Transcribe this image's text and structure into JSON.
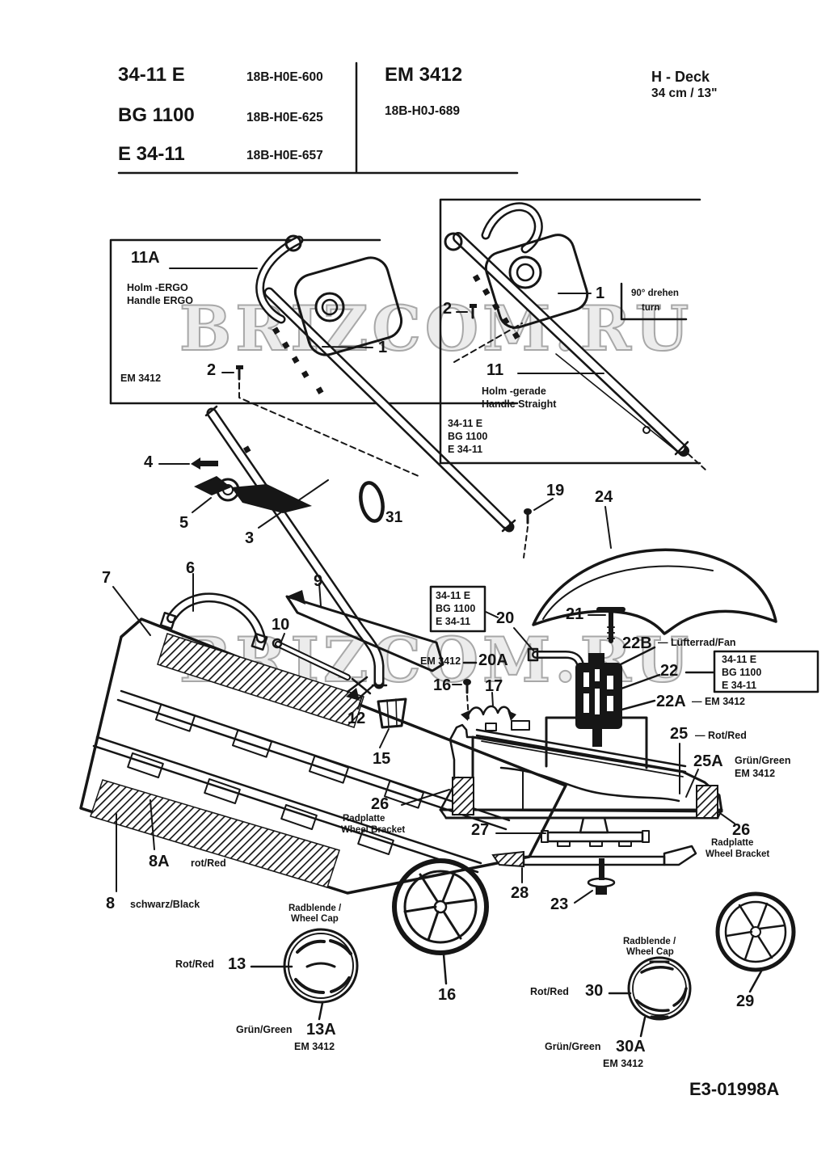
{
  "header": {
    "models": [
      {
        "name": "34-11 E",
        "code": "18B-H0E-600"
      },
      {
        "name": "BG 1100",
        "code": "18B-H0E-625"
      },
      {
        "name": "E 34-11",
        "code": "18B-H0E-657"
      }
    ],
    "em_model": {
      "name": "EM 3412",
      "code": "18B-H0J-689"
    },
    "deck_title": "H - Deck",
    "deck_size": "34 cm / 13\""
  },
  "watermark": "BRIZCOM.RU",
  "drawing_number": "E3-01998A",
  "model_list": {
    "l1": "34-11 E",
    "l2": "BG 1100",
    "l3": "E 34-11"
  },
  "inset_ergo": {
    "label_de": "Holm -ERGO",
    "label_en": "Handle ERGO",
    "note": "EM 3412"
  },
  "inset_straight": {
    "rotate_de": "90° drehen",
    "rotate_en": "turn",
    "label_de": "Holm -gerade",
    "label_en": "Handle Straight"
  },
  "parts": {
    "p1": "1",
    "p2": "2",
    "p3": "3",
    "p4": "4",
    "p5": "5",
    "p6": "6",
    "p7": "7",
    "p8": "8",
    "p8a": "8A",
    "p9": "9",
    "p10": "10",
    "p11": "11",
    "p11a": "11A",
    "p12": "12",
    "p13": "13",
    "p13a": "13A",
    "p15": "15",
    "p16": "16",
    "p17": "17",
    "p19": "19",
    "p20": "20",
    "p20a": "20A",
    "p21": "21",
    "p22": "22",
    "p22a": "22A",
    "p22b": "22B",
    "p23": "23",
    "p24": "24",
    "p25": "25",
    "p25a": "25A",
    "p26": "26",
    "p27": "27",
    "p28": "28",
    "p29": "29",
    "p30": "30",
    "p30a": "30A",
    "p31": "31"
  },
  "annotations": {
    "em3412": "EM 3412",
    "em3412_dash": "—  EM 3412",
    "rot_red": "Rot/Red",
    "rot_red_dash": "—  Rot/Red",
    "rot_red_lower": "rot/Red",
    "gruen_green": "Grün/Green",
    "schwarz_black": "schwarz/Black",
    "radplatte": "Radplatte",
    "wheel_bracket": "Wheel Bracket",
    "radblende": "Radblende /",
    "wheel_cap": "Wheel Cap",
    "fan_dash": "—  Lüfterrad/Fan"
  }
}
